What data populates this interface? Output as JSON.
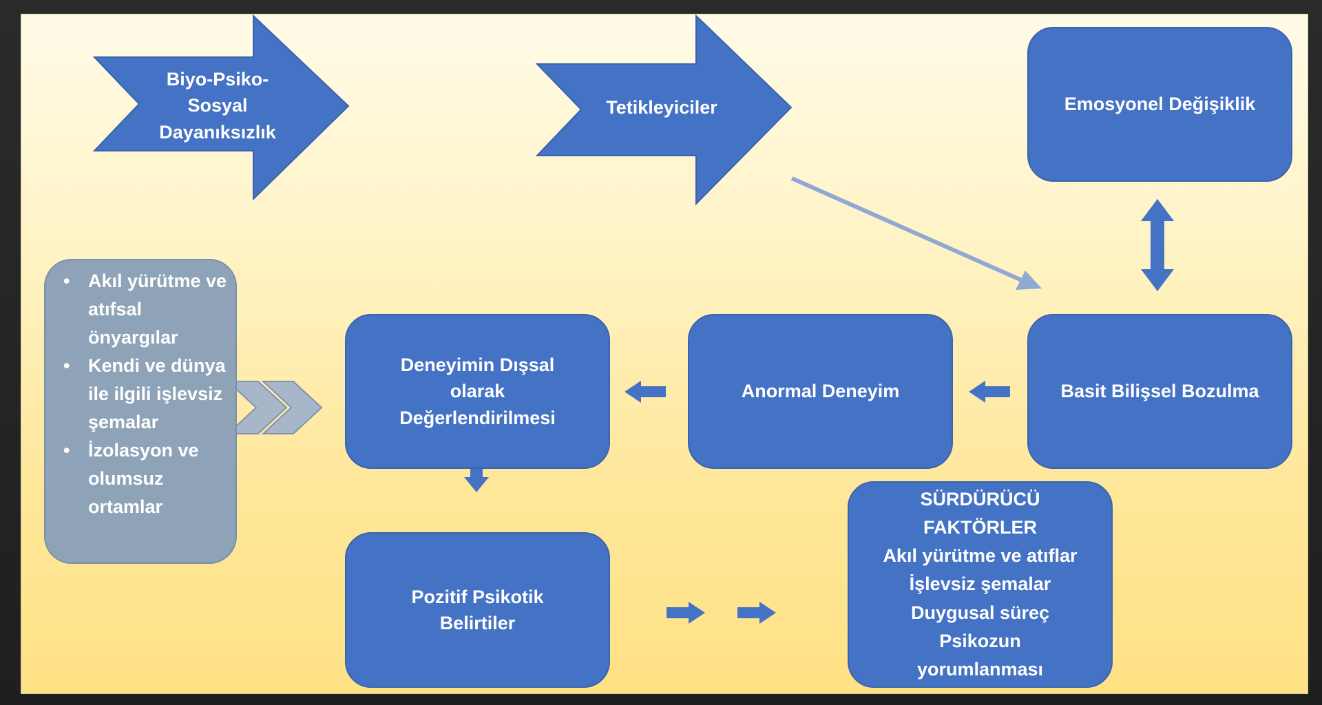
{
  "arrows": {
    "vulnerability": [
      "Biyo-Psiko-",
      "Sosyal",
      "Dayanıksızlık"
    ],
    "triggers": [
      "Tetikleyiciler"
    ]
  },
  "boxes": {
    "emotional_change": [
      "Emosyonel Değişiklik"
    ],
    "simple_cognitive_disruption": [
      "Basit Bilişsel Bozulma"
    ],
    "anomalous_experience": [
      "Anormal Deneyim"
    ],
    "external_appraisal": [
      "Deneyimin Dışsal",
      "olarak",
      "Değerlendirilmesi"
    ],
    "positive_symptoms": [
      "Pozitif Psikotik",
      "Belirtiler"
    ],
    "maintaining_factors": [
      "SÜRDÜRÜCÜ",
      "FAKTÖRLER",
      "Akıl yürütme ve atıflar",
      "İşlevsiz şemalar",
      "Duygusal süreç",
      "Psikozun",
      "yorumlanması"
    ]
  },
  "side_panel": {
    "items": [
      "Akıl yürütme ve atıfsal önyargılar",
      "Kendi ve dünya ile ilgili işlevsiz şemalar",
      "İzolasyon ve olumsuz ortamlar"
    ]
  },
  "colors": {
    "box_fill": "#4472c4",
    "panel_fill": "#8ea2b8",
    "chevron_fill": "#a7b6c9",
    "connector_line": "#8fa8d4",
    "background_top": "#fffbe8",
    "background_bottom": "#ffe185"
  }
}
